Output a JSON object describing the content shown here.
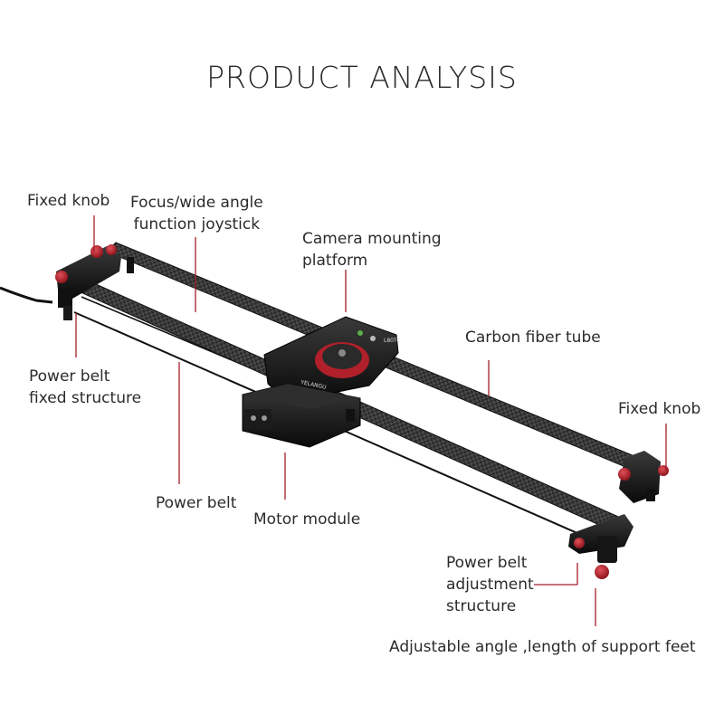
{
  "title": "PRODUCT ANALYSIS",
  "labels": {
    "fixed_knob_left": "Fixed knob",
    "joystick_line1": "Focus/wide angle",
    "joystick_line2": "function joystick",
    "camera_mount_line1": "Camera mounting",
    "camera_mount_line2": "platform",
    "carbon_tube": "Carbon fiber tube",
    "power_belt_fixed_line1": "Power belt",
    "power_belt_fixed_line2": "fixed structure",
    "fixed_knob_right": "Fixed knob",
    "power_belt": "Power belt",
    "motor_module": "Motor module",
    "belt_adjust_line1": "Power belt",
    "belt_adjust_line2": "adjustment",
    "belt_adjust_line3": "structure",
    "support_feet": "Adjustable angle ,length of support feet"
  },
  "product_text": {
    "brand": "YELANGU",
    "model": "L80TC"
  },
  "colors": {
    "accent_red": "#b0202a",
    "leader_line": "#a31e2a",
    "metal_black": "#111111",
    "carbon": "#3a3a3a"
  }
}
